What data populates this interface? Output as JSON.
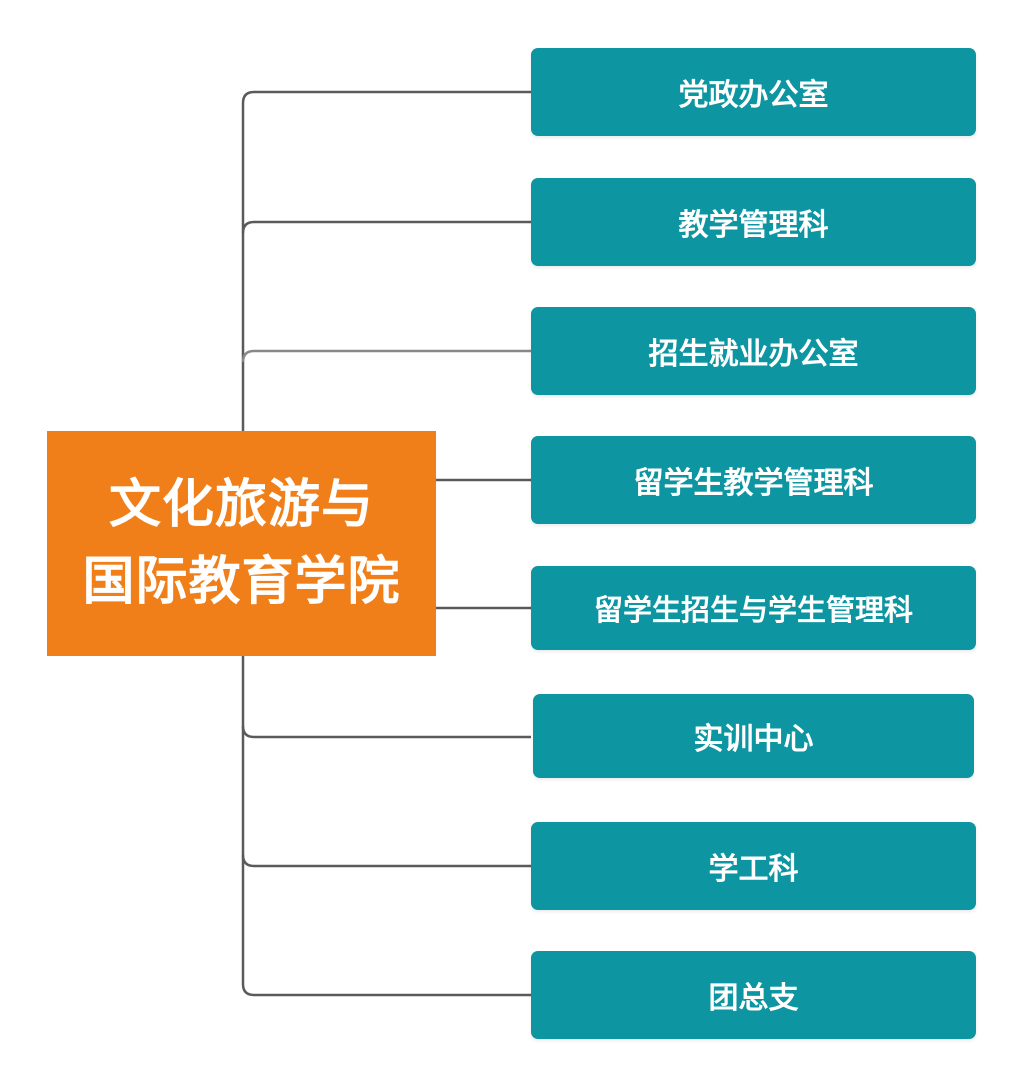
{
  "root": {
    "line1": "文化旅游与",
    "line2": "国际教育学院"
  },
  "children": [
    {
      "label": "党政办公室"
    },
    {
      "label": "教学管理科"
    },
    {
      "label": "招生就业办公室"
    },
    {
      "label": "留学生教学管理科"
    },
    {
      "label": "留学生招生与学生管理科"
    },
    {
      "label": "实训中心"
    },
    {
      "label": "学工科"
    },
    {
      "label": "团总支"
    }
  ],
  "colors": {
    "root_fill": "#f07f1a",
    "child_fill": "#0d95a1",
    "connector": "#555555",
    "text": "#ffffff"
  }
}
